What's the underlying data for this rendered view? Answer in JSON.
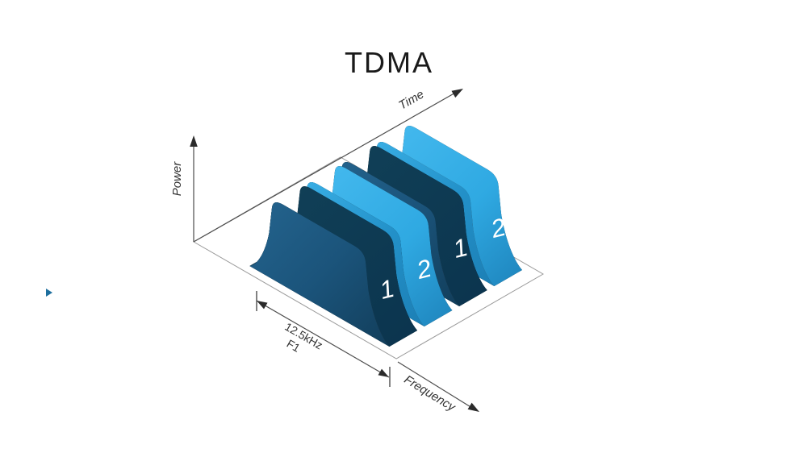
{
  "title": "TDMA",
  "axes": {
    "power_label": "Power",
    "time_label": "Time",
    "frequency_label": "Frequency"
  },
  "dimension": {
    "bandwidth": "12.5kHz",
    "channel": "F1"
  },
  "timeslots": [
    {
      "label": "1",
      "color_scheme": "dark"
    },
    {
      "label": "2",
      "color_scheme": "light"
    },
    {
      "label": "1",
      "color_scheme": "dark"
    },
    {
      "label": "2",
      "color_scheme": "light"
    }
  ],
  "colors": {
    "dark_slab_face": "#1B547B",
    "dark_slab_top": "#0E3A55",
    "light_slab_face": "#2391C9",
    "light_slab_top": "#3CB9EE",
    "axis": "#4d4d4d",
    "marker_blue": "#1E6F9E",
    "background": "#ffffff"
  }
}
